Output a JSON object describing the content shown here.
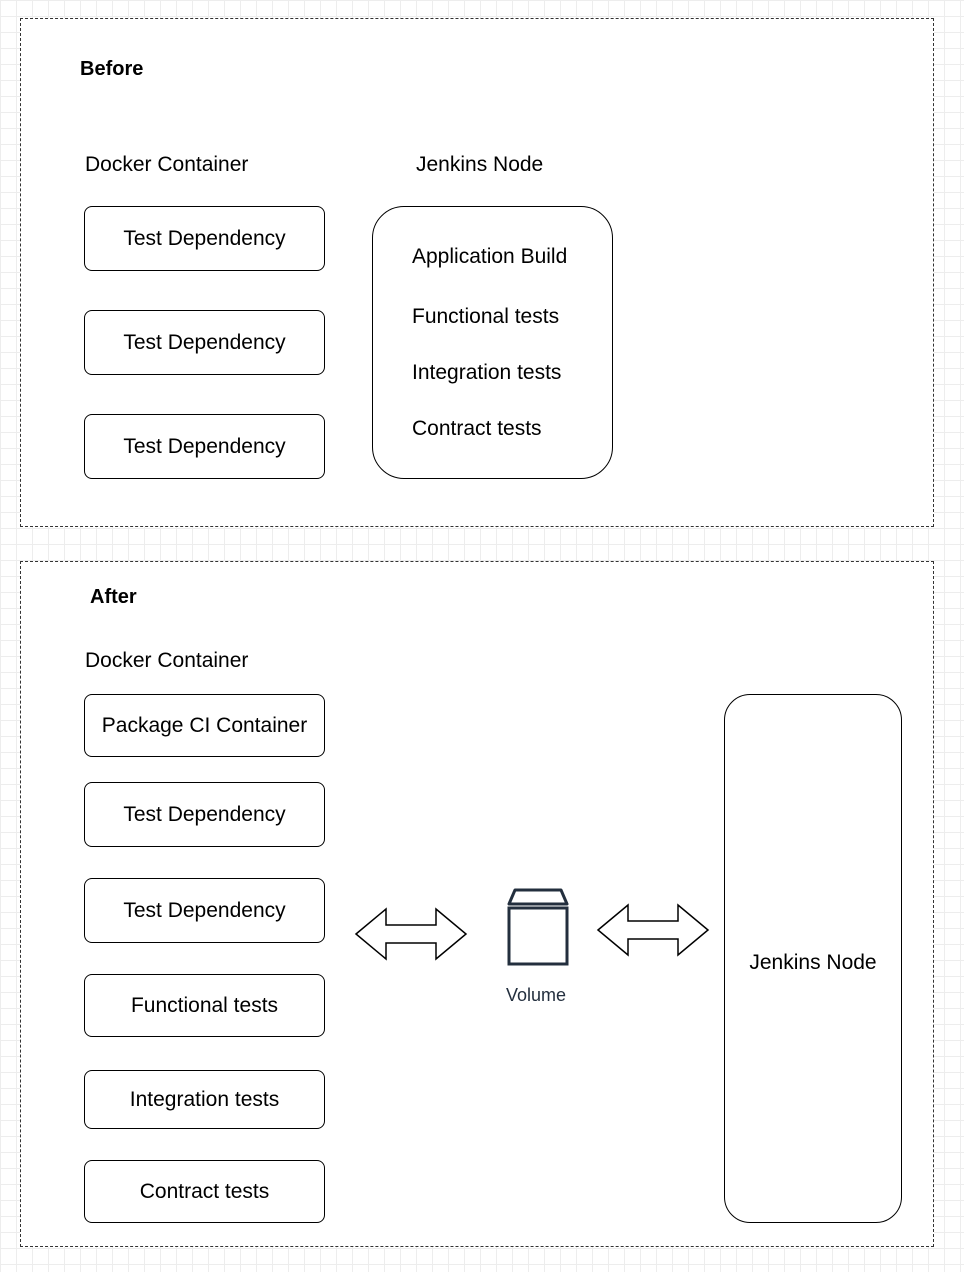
{
  "before": {
    "title": "Before",
    "docker_label": "Docker Container",
    "jenkins_label": "Jenkins Node",
    "dependencies": [
      "Test Dependency",
      "Test Dependency",
      "Test Dependency"
    ],
    "jenkins_items": [
      "Application Build",
      "Functional tests",
      "Integration tests",
      "Contract tests"
    ]
  },
  "after": {
    "title": "After",
    "docker_label": "Docker Container",
    "containers": [
      "Package CI Container",
      "Test Dependency",
      "Test Dependency",
      "Functional tests",
      "Integration tests",
      "Contract tests"
    ],
    "volume_label": "Volume",
    "volume_icon": "volume-icon",
    "jenkins_label": "Jenkins Node"
  }
}
